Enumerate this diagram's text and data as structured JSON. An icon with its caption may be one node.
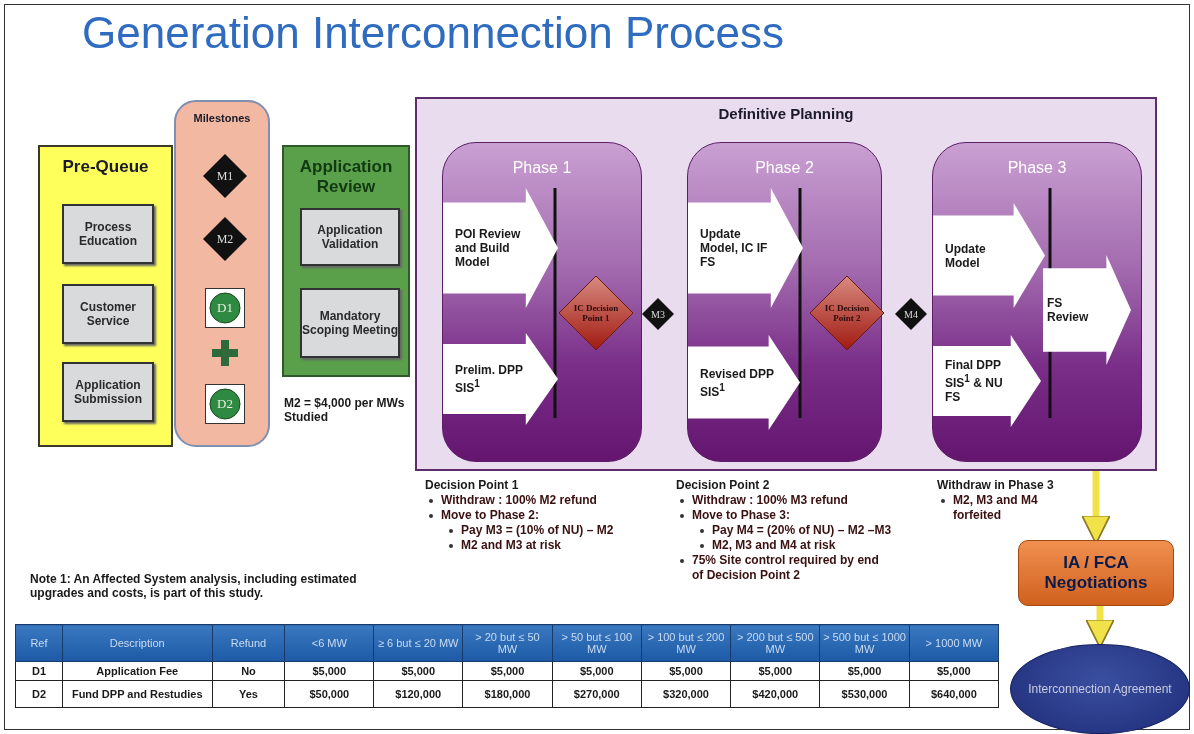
{
  "diagram": {
    "title": "Generation Interconnection Process",
    "nodes": [
      {
        "text": [
          "Pre-Queue"
        ]
      },
      {
        "text": [
          "Process Education"
        ],
        "in": 0
      },
      {
        "text": [
          "Customer Service"
        ],
        "in": 0
      },
      {
        "text": [
          "Application Submission"
        ],
        "in": 0
      },
      {
        "text": [
          "Milestones"
        ]
      },
      {
        "text": [
          "M1"
        ],
        "in": 4
      },
      {
        "text": [
          "M2"
        ],
        "in": 4
      },
      {
        "text": [
          "D1"
        ],
        "in": 4
      },
      {
        "text": [
          "D2"
        ],
        "in": 4
      },
      {
        "text": [
          "Application Review"
        ]
      },
      {
        "text": [
          "Application Validation"
        ],
        "in": 9
      },
      {
        "text": [
          "Mandatory Scoping Meeting"
        ],
        "in": 9
      },
      {
        "text": [
          "Definitive Planning"
        ]
      },
      {
        "text": [
          "Phase 1"
        ],
        "in": 12
      },
      {
        "text": [
          "POI Review and Build Model"
        ],
        "in": 13
      },
      {
        "text": [
          "Prelim. DPP SIS$^{1}$"
        ],
        "in": 13
      },
      {
        "text": [
          "IC Decision Point 1"
        ],
        "in": 13
      },
      {
        "text": [
          "M3"
        ],
        "in": 12
      },
      {
        "text": [
          "Phase 2"
        ],
        "in": 12
      },
      {
        "text": [
          "Update Model, IC IF FS"
        ],
        "in": 18
      },
      {
        "text": [
          "Revised DPP SIS$^{1}$"
        ],
        "in": 18
      },
      {
        "text": [
          "IC Decision Point 2"
        ],
        "in": 18
      },
      {
        "text": [
          "M4"
        ],
        "in": 12
      },
      {
        "text": [
          "Phase 3"
        ],
        "in": 12
      },
      {
        "text": [
          "Update Model"
        ],
        "in": 23
      },
      {
        "text": [
          "Final DPP SIS$^{1}$ & NU FS"
        ],
        "in": 23
      },
      {
        "text": [
          "FS Review"
        ],
        "in": 23
      },
      {
        "text": [
          "IA / FCA Negotiations"
        ]
      },
      {
        "text": [
          "Interconnection Agreement"
        ]
      }
    ],
    "edges": [
      {
        "from": 23,
        "to": 27,
        "arrow": "to"
      },
      {
        "from": 27,
        "to": 28,
        "arrow": "to"
      }
    ],
    "labels": [
      "M2 = $4,000 per MWs Studied",
      "Decision Point 1",
      "Withdraw  : 100% M2 refund",
      "Move to Phase 2:",
      "Pay M3 = (10% of NU) – M2",
      "M2 and M3 at risk",
      "Decision Point 2",
      "Withdraw  : 100% M3 refund",
      "Move to Phase 3:",
      "Pay M4 = (20% of NU) – M2 –M3",
      "M2, M3 and M4  at risk",
      "75% Site control required by end of Decision Point 2",
      "Withdraw in Phase 3",
      "M2, M3 and M4 forfeited",
      "Note 1: An Affected System analysis, including estimated upgrades and costs, is part of this study.",
      "Ref",
      "Description",
      "Refund",
      "<6 MW",
      "≥ 6 but ≤ 20 MW",
      "> 20 but ≤ 50 MW",
      "> 50 but ≤ 100 MW",
      "> 100 but ≤ 200 MW",
      "> 200 but ≤ 500 MW",
      "> 500 but ≤ 1000 MW",
      "> 1000 MW",
      "D1",
      "Application Fee",
      "No",
      "$5,000",
      "$5,000",
      "$5,000",
      "$5,000",
      "$5,000",
      "$5,000",
      "$5,000",
      "$5,000",
      "D2",
      "Fund DPP and Restudies",
      "Yes",
      "$50,000",
      "$120,000",
      "$180,000",
      "$270,000",
      "$320,000",
      "$420,000",
      "$530,000",
      "$640,000"
    ]
  }
}
